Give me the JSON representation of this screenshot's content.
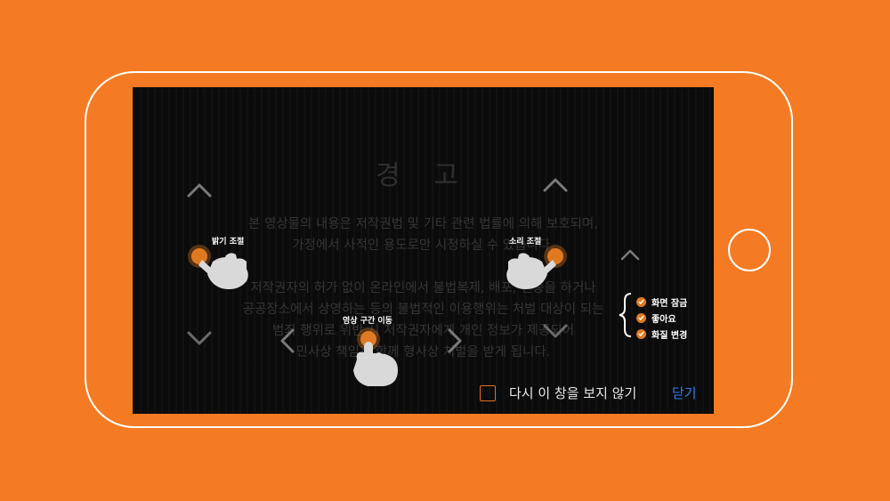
{
  "overlay": {
    "title": "경 고",
    "warning_lines": [
      "본 영상물의 내용은 저작권법 및 기타 관련 법률에 의해 보호되며,",
      "가정에서 사적인 용도로만 시청하실 수 있습니다.",
      "저작권자의 허가 없이 온라인에서 불법복제, 배포, 전송을 하거나",
      "공공장소에서 상영하는 등의 불법적인 이용행위는 처벌 대상이 되는",
      "범죄 행위로 위반 시 저작권자에게 개인 정보가 제공되어",
      "민사상 책임과 함께 형사상 처벌을 받게 됩니다."
    ]
  },
  "gestures": {
    "brightness_label": "밝기 조절",
    "volume_label": "소리 조절",
    "seek_label": "영상 구간 이동"
  },
  "features": [
    {
      "label": "화면 잠금"
    },
    {
      "label": "좋아요"
    },
    {
      "label": "화질 변경"
    }
  ],
  "footer": {
    "dont_show_label": "다시 이 창을 보지 않기",
    "close_label": "닫기"
  },
  "colors": {
    "background": "#F47B23",
    "accent": "#E07A22",
    "link": "#2F7FF0"
  }
}
